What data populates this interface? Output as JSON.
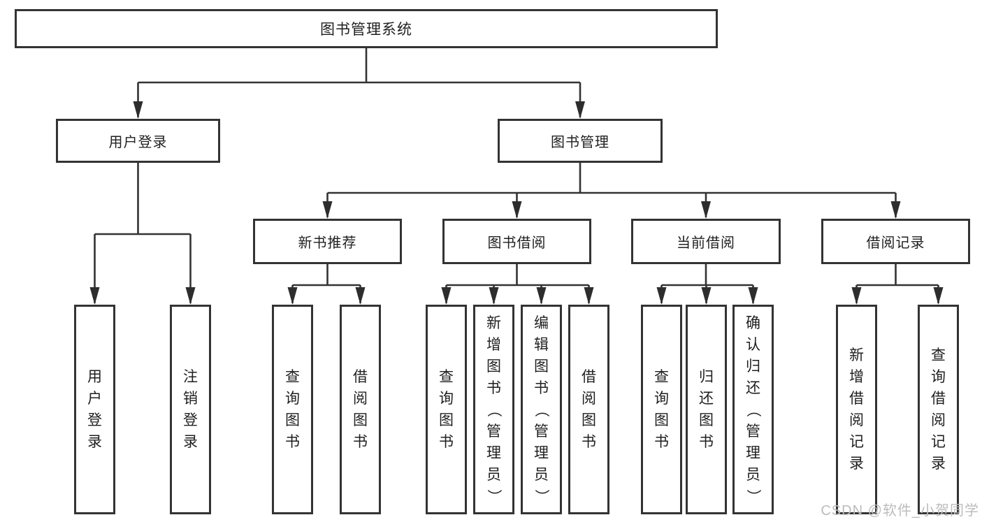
{
  "colors": {
    "background": "#ffffff",
    "line": "#333333",
    "box_border": "#333333",
    "text": "#1f1f1f",
    "watermark": "#bcbcbc"
  },
  "watermark": {
    "text": "CSDN @软件_小贺同学"
  },
  "diagram": {
    "root": {
      "label": "图书管理系统"
    },
    "level2": [
      {
        "label": "用户登录"
      },
      {
        "label": "图书管理"
      }
    ],
    "level3": [
      {
        "label": "新书推荐",
        "parent": "图书管理"
      },
      {
        "label": "图书借阅",
        "parent": "图书管理"
      },
      {
        "label": "当前借阅",
        "parent": "图书管理"
      },
      {
        "label": "借阅记录",
        "parent": "图书管理"
      }
    ],
    "leaves": [
      {
        "label": "用户登录",
        "parent": "用户登录"
      },
      {
        "label": "注销登录",
        "parent": "用户登录"
      },
      {
        "label": "查询图书",
        "parent": "新书推荐"
      },
      {
        "label": "借阅图书",
        "parent": "新书推荐"
      },
      {
        "label": "查询图书",
        "parent": "图书借阅"
      },
      {
        "label": "新增图书（管理员）",
        "parent": "图书借阅"
      },
      {
        "label": "编辑图书（管理员）",
        "parent": "图书借阅"
      },
      {
        "label": "借阅图书",
        "parent": "图书借阅"
      },
      {
        "label": "查询图书",
        "parent": "当前借阅"
      },
      {
        "label": "归还图书",
        "parent": "当前借阅"
      },
      {
        "label": "确认归还（管理员）",
        "parent": "当前借阅"
      },
      {
        "label": "新增借阅记录",
        "parent": "借阅记录"
      },
      {
        "label": "查询借阅记录",
        "parent": "借阅记录"
      }
    ]
  }
}
